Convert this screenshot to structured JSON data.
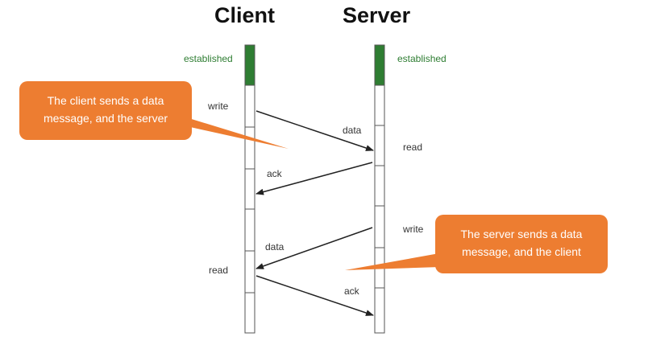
{
  "headers": {
    "client": "Client",
    "server": "Server"
  },
  "client_states": {
    "established": "established",
    "write": "write",
    "read": "read"
  },
  "server_states": {
    "established": "established",
    "read": "read",
    "write": "write"
  },
  "messages": {
    "data1": "data",
    "ack1": "ack",
    "data2": "data",
    "ack2": "ack"
  },
  "callouts": {
    "client": {
      "line1": "The client sends a data",
      "line2": "message, and the server"
    },
    "server": {
      "line1": "The server sends a data",
      "line2": "message, and the client"
    }
  },
  "colors": {
    "established_fill": "#2e7d32",
    "callout_fill": "#ed7d31",
    "arrow": "#222222",
    "lane_border": "#555555"
  }
}
